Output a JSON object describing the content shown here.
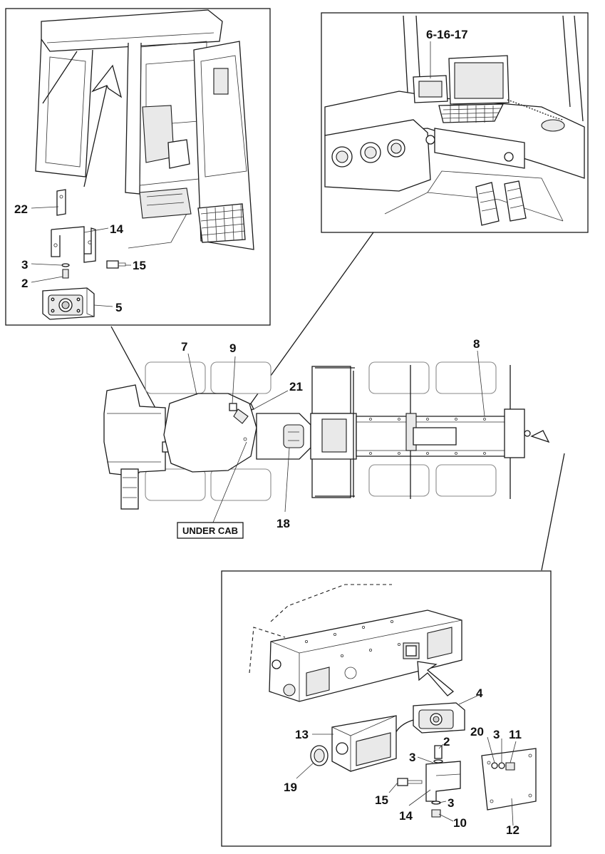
{
  "diagram": {
    "callouts": {
      "c22": "22",
      "c14a": "14",
      "c3a": "3",
      "c15a": "15",
      "c2a": "2",
      "c5": "5",
      "c61617": "6-16-17",
      "c7": "7",
      "c9": "9",
      "c21": "21",
      "c8": "8",
      "c18": "18",
      "c4": "4",
      "c13": "13",
      "c2b": "2",
      "c3b": "3",
      "c20": "20",
      "c3c": "3",
      "c11": "11",
      "c19": "19",
      "c15b": "15",
      "c3d": "3",
      "c14b": "14",
      "c10": "10",
      "c12": "12"
    },
    "under_cab_label": "UNDER CAB"
  }
}
